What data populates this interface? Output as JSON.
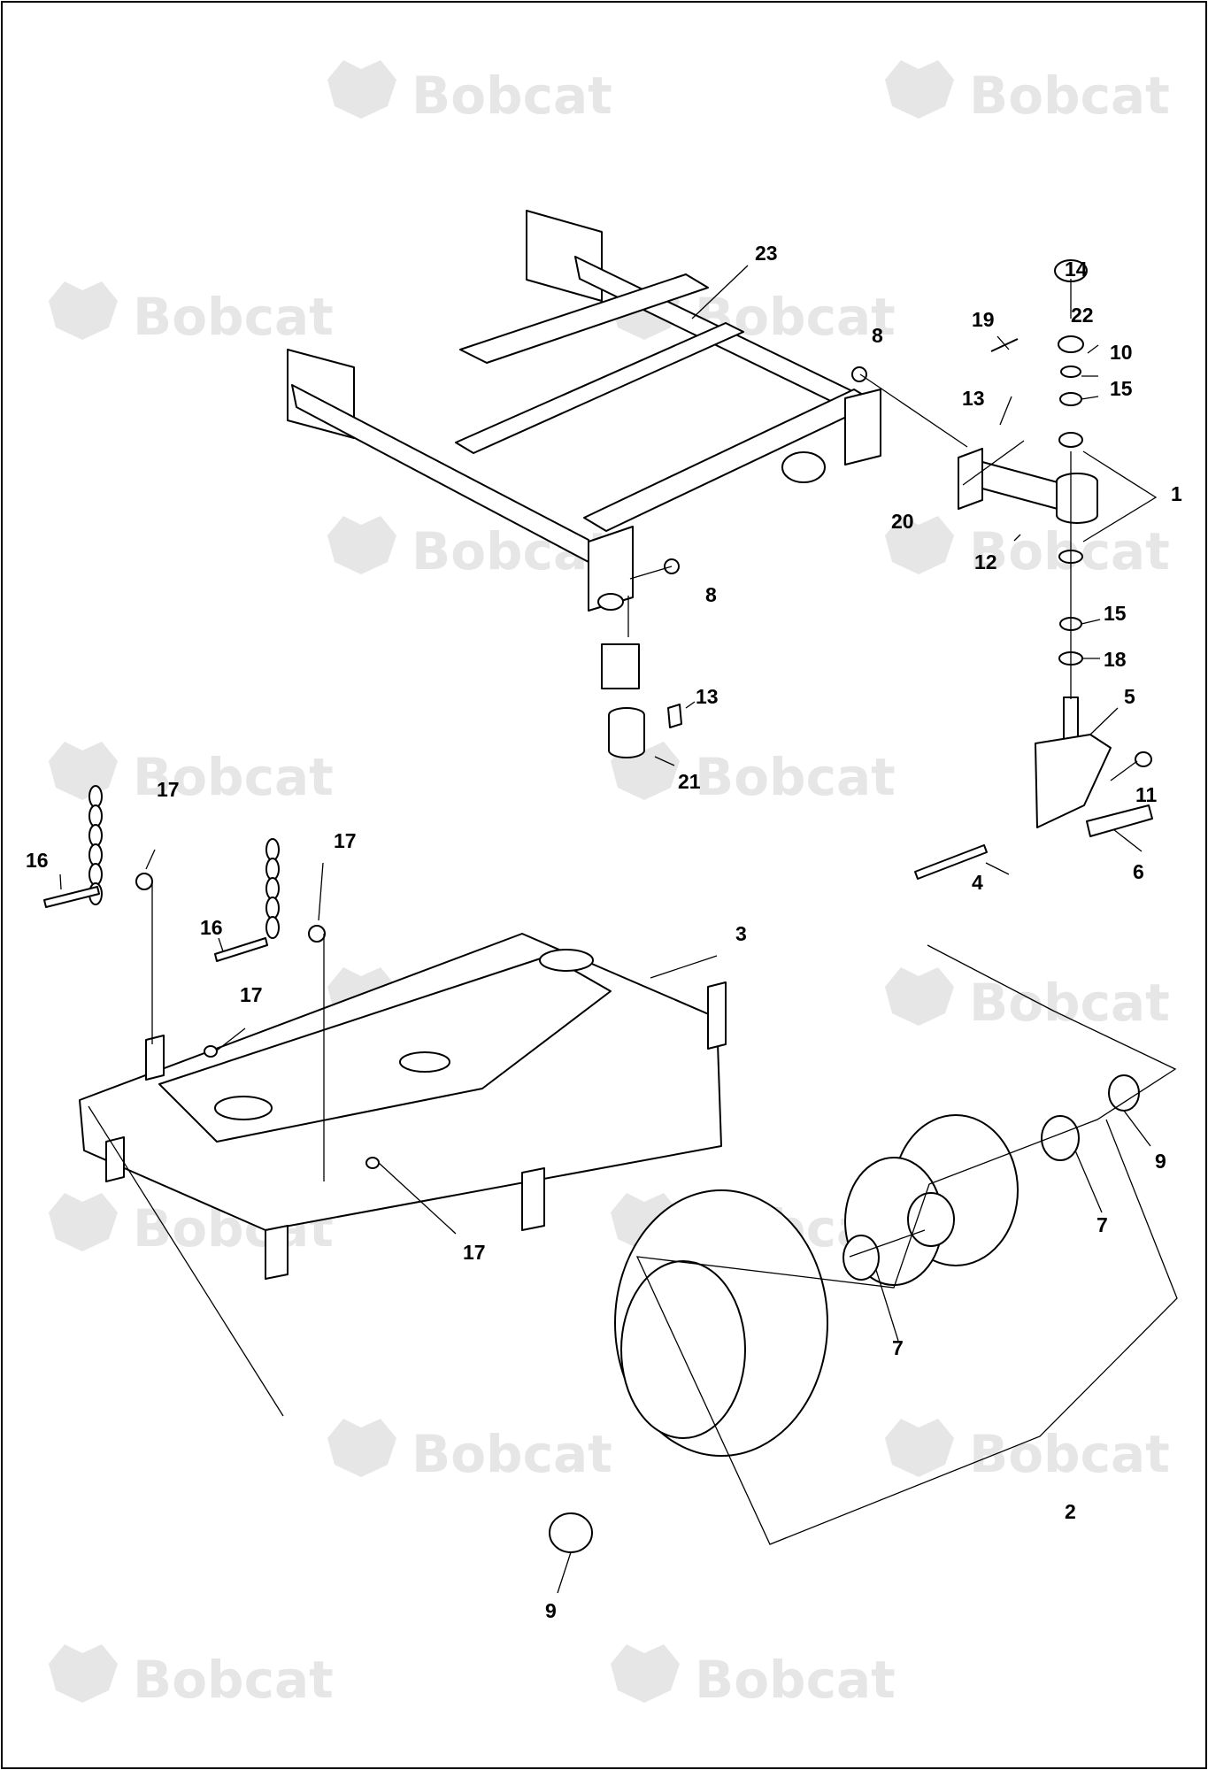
{
  "watermark": {
    "brand": "Bobcat"
  },
  "callouts": [
    {
      "id": "c23",
      "label": "23"
    },
    {
      "id": "c8a",
      "label": "8"
    },
    {
      "id": "c13a",
      "label": "13"
    },
    {
      "id": "c20",
      "label": "20"
    },
    {
      "id": "c12",
      "label": "12"
    },
    {
      "id": "c8b",
      "label": "8"
    },
    {
      "id": "c13b",
      "label": "13"
    },
    {
      "id": "c21",
      "label": "21"
    },
    {
      "id": "c14",
      "label": "14"
    },
    {
      "id": "c19",
      "label": "19"
    },
    {
      "id": "c22",
      "label": "22"
    },
    {
      "id": "c10",
      "label": "10"
    },
    {
      "id": "c15a",
      "label": "15"
    },
    {
      "id": "c1",
      "label": "1"
    },
    {
      "id": "c15b",
      "label": "15"
    },
    {
      "id": "c18",
      "label": "18"
    },
    {
      "id": "c5",
      "label": "5"
    },
    {
      "id": "c11",
      "label": "11"
    },
    {
      "id": "c4",
      "label": "4"
    },
    {
      "id": "c6",
      "label": "6"
    },
    {
      "id": "c17a",
      "label": "17"
    },
    {
      "id": "c16a",
      "label": "16"
    },
    {
      "id": "c17b",
      "label": "17"
    },
    {
      "id": "c16b",
      "label": "16"
    },
    {
      "id": "c3",
      "label": "3"
    },
    {
      "id": "c17c",
      "label": "17"
    },
    {
      "id": "c17d",
      "label": "17"
    },
    {
      "id": "c9a",
      "label": "9"
    },
    {
      "id": "c7a",
      "label": "7"
    },
    {
      "id": "c7b",
      "label": "7"
    },
    {
      "id": "c9b",
      "label": "9"
    },
    {
      "id": "c2",
      "label": "2"
    }
  ]
}
